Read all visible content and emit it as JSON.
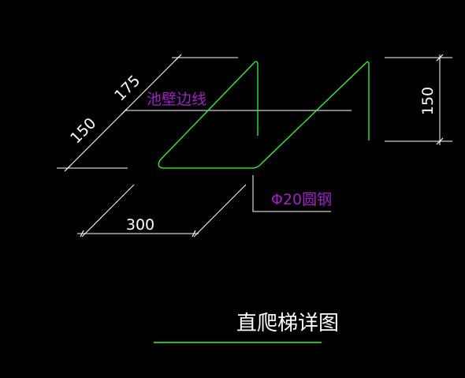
{
  "colors": {
    "background": "#000000",
    "dimension": "#ffffff",
    "rebar": "#33ff33",
    "annotation": "#a020c8",
    "leader": "#ffffff"
  },
  "dimensions": {
    "d175": "175",
    "d150_left": "150",
    "d300": "300",
    "d150_right": "150"
  },
  "labels": {
    "wall_edge": "池壁边线",
    "rebar_spec": "Φ20圆钢",
    "title": "直爬梯详图"
  }
}
